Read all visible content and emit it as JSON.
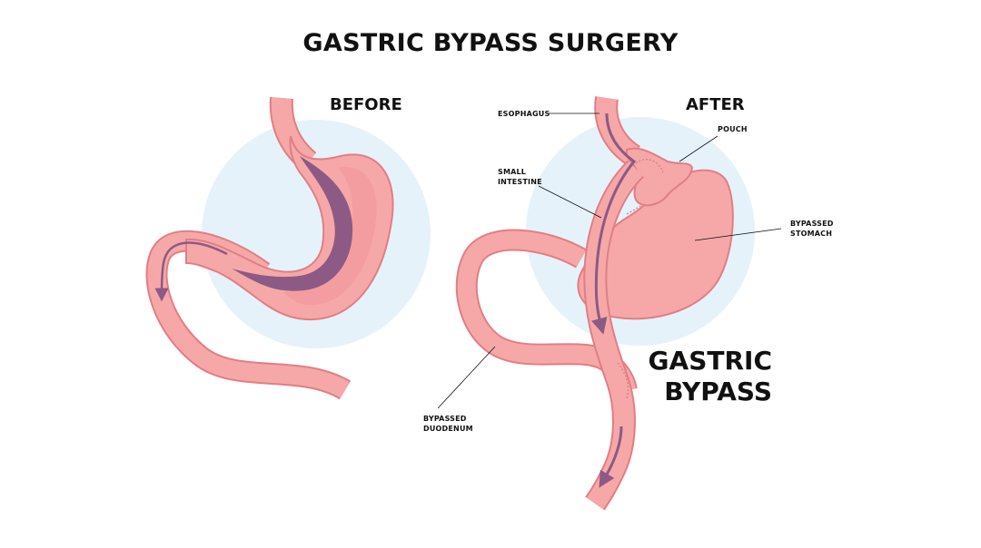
{
  "title": "GASTRIC BYPASS SURGERY",
  "before": {
    "heading": "BEFORE"
  },
  "after": {
    "heading": "AFTER",
    "procedure_label_line1": "GASTRIC",
    "procedure_label_line2": "BYPASS"
  },
  "labels": {
    "esophagus": "ESOPHAGUS",
    "pouch": "POUCH",
    "small_intestine": "SMALL\nINTESTINE",
    "bypassed_stomach": "BYPASSED\nSTOMACH",
    "bypassed_duodenum": "BYPASSED\nDUODENUM"
  },
  "colors": {
    "organ_fill": "#f6a8a8",
    "organ_outline": "#e07e86",
    "organ_inner": "#f2989c",
    "food_path": "#8c5a84",
    "background_circle": "#e6f2fa",
    "text": "#111111"
  }
}
